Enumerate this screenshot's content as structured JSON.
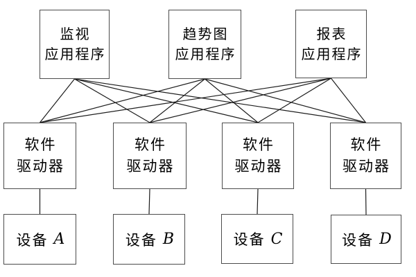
{
  "colors": {
    "background": "#ffffff",
    "box_border": "#4b4b4b",
    "line": "#1c1c1c",
    "text": "#000000"
  },
  "nodes": {
    "apps": [
      {
        "id": "app-monitor",
        "line1": "监视",
        "line2": "应用程序"
      },
      {
        "id": "app-trend",
        "line1": "趋势图",
        "line2": "应用程序"
      },
      {
        "id": "app-report",
        "line1": "报表",
        "line2": "应用程序"
      }
    ],
    "drivers": [
      {
        "id": "driver-1",
        "line1": "软件",
        "line2": "驱动器"
      },
      {
        "id": "driver-2",
        "line1": "软件",
        "line2": "驱动器"
      },
      {
        "id": "driver-3",
        "line1": "软件",
        "line2": "驱动器"
      },
      {
        "id": "driver-4",
        "line1": "软件",
        "line2": "驱动器"
      }
    ],
    "devices": [
      {
        "id": "device-a",
        "prefix": "设备",
        "letter": "A"
      },
      {
        "id": "device-b",
        "prefix": "设备",
        "letter": "B"
      },
      {
        "id": "device-c",
        "prefix": "设备",
        "letter": "C"
      },
      {
        "id": "device-d",
        "prefix": "设备",
        "letter": "D"
      }
    ]
  },
  "edges": [
    [
      "app-monitor",
      "driver-1"
    ],
    [
      "app-monitor",
      "driver-2"
    ],
    [
      "app-monitor",
      "driver-3"
    ],
    [
      "app-monitor",
      "driver-4"
    ],
    [
      "app-trend",
      "driver-1"
    ],
    [
      "app-trend",
      "driver-2"
    ],
    [
      "app-trend",
      "driver-3"
    ],
    [
      "app-trend",
      "driver-4"
    ],
    [
      "app-report",
      "driver-1"
    ],
    [
      "app-report",
      "driver-2"
    ],
    [
      "app-report",
      "driver-3"
    ],
    [
      "app-report",
      "driver-4"
    ],
    [
      "driver-1",
      "device-a"
    ],
    [
      "driver-2",
      "device-b"
    ],
    [
      "driver-3",
      "device-c"
    ],
    [
      "driver-4",
      "device-d"
    ]
  ]
}
